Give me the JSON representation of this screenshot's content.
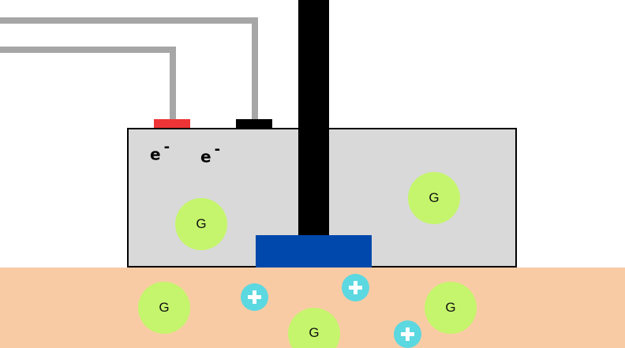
{
  "colors": {
    "skin": "#f9cba5",
    "device_body": "#d9d9d9",
    "wire": "#a6a6a6",
    "probe": "#000000",
    "sensor": "#0048ab",
    "electrode_positive": "#ee3436",
    "electrode_negative": "#000000",
    "glucose": "#c5f56c",
    "ion": "#5cd8e0",
    "ion_symbol": "#ffffff"
  },
  "glucose_label": "G",
  "electron_labels": {
    "symbol": "e",
    "charge": "-"
  },
  "ion_icon": "plus-icon",
  "glucose_molecules": [
    {
      "region": "device"
    },
    {
      "region": "device"
    },
    {
      "region": "skin"
    },
    {
      "region": "skin"
    },
    {
      "region": "skin"
    }
  ],
  "ions": [
    {
      "region": "skin"
    },
    {
      "region": "skin"
    },
    {
      "region": "skin"
    }
  ]
}
